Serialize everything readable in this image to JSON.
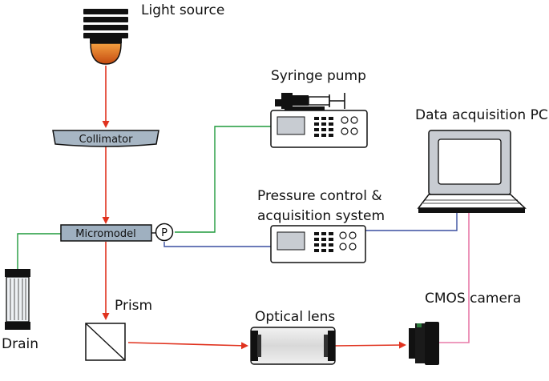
{
  "labels": {
    "light_source": "Light source",
    "syringe_pump": "Syringe pump",
    "data_pc": "Data acquisition PC",
    "collimator": "Collimator",
    "pressure_line1": "Pressure control &",
    "pressure_line2": "acquisition system",
    "micromodel": "Micromodel",
    "pressure_port": "P",
    "prism": "Prism",
    "optical_lens": "Optical lens",
    "cmos_camera": "CMOS camera",
    "drain": "Drain"
  },
  "colors": {
    "light_path": "#e0321e",
    "fluid_line": "#1f9a3c",
    "signal_line": "#3a4fa0",
    "camera_cable": "#e87aa8",
    "component_fill": "#dfe3e8",
    "micromodel_fill": "#9fb0c0",
    "bulb": "#e07a1e"
  },
  "icons": {
    "light_source": "lamp-icon",
    "syringe_pump": "syringe-pump-icon",
    "pressure_system": "instrument-box-icon",
    "pc": "computer-icon",
    "prism": "prism-icon",
    "optical_lens": "lens-icon",
    "camera": "camera-icon",
    "drain": "drain-container-icon"
  }
}
